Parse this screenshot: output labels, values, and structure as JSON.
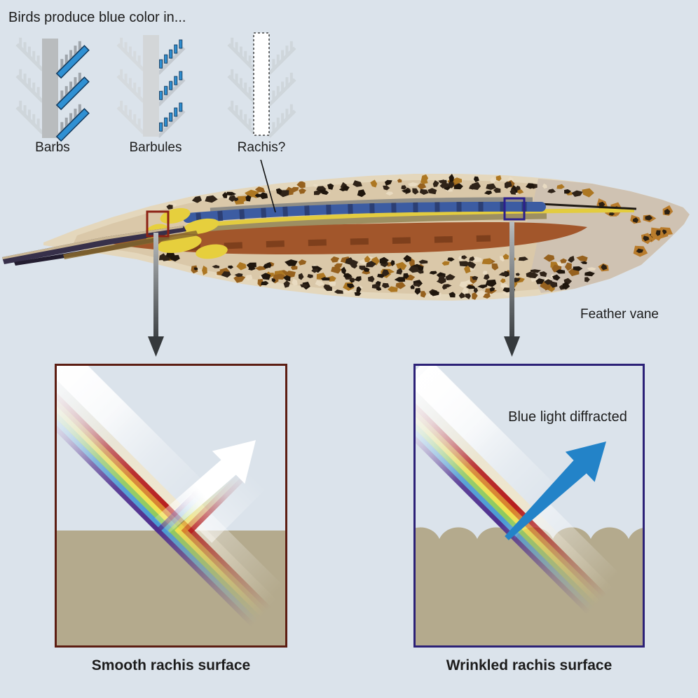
{
  "title": "Birds produce blue color in...",
  "icons": {
    "barbs": "Barbs",
    "barbules": "Barbules",
    "rachis": "Rachis?"
  },
  "feather": {
    "vane_label": "Feather vane"
  },
  "panels": {
    "left": {
      "caption": "Smooth rachis surface"
    },
    "right": {
      "caption": "Wrinkled rachis surface",
      "annotation": "Blue light diffracted"
    }
  },
  "colors": {
    "background": "#dbe3eb",
    "surface_tan": "#b4aa8d",
    "left_box_border": "#5c1d12",
    "right_box_border": "#2c2177",
    "blue_arrow": "#2383c8",
    "highlight_blue": "#2f90d3",
    "rachis_blue": "#3c5ca2",
    "rust_band": "#a2562b",
    "marker_left": "#8c2215",
    "marker_right": "#2b1f8c",
    "rainbow": [
      "#4f2f8e",
      "#4a9ad4",
      "#8fca5c",
      "#f0e14e",
      "#d9822b",
      "#b71d1d"
    ]
  }
}
